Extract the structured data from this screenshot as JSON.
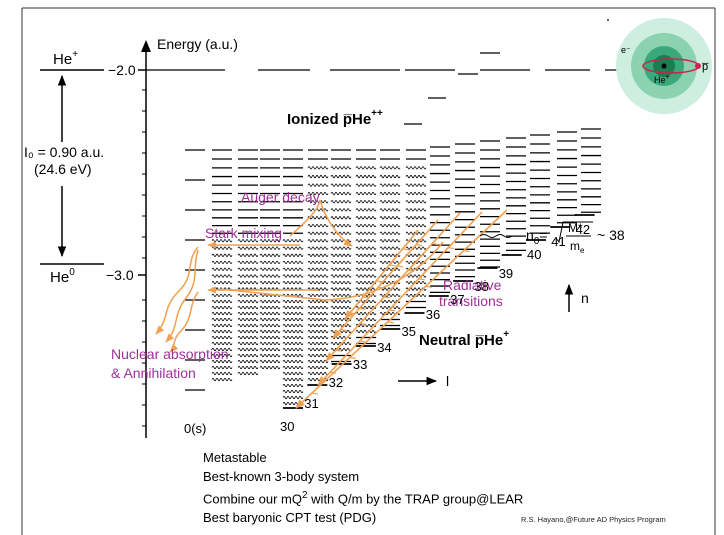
{
  "axis": {
    "title": "Energy (a.u.)",
    "tick_top": "−2.0",
    "tick_bottom": "−3.0"
  },
  "levels": {
    "he_plus": "He",
    "he_plus_sup": "+",
    "he_zero": "He",
    "he_zero_sup": "0",
    "ionization_line1": "I₀ = 0.90 a.u.",
    "ionization_line2": "(24.6 eV)"
  },
  "regions": {
    "ionized": "Ionized p̅He",
    "ionized_sup": "++",
    "neutral": "Neutral p̅He",
    "neutral_sup": "+"
  },
  "processes": {
    "auger": "Auger decay",
    "stark": "Stark mixing",
    "radiative1": "Radiative",
    "radiative2": "transitions",
    "nuclear1": "Nuclear absorption",
    "nuclear2": "& Annihilation"
  },
  "quantum": {
    "n_labels": [
      "30",
      "31",
      "32",
      "33",
      "34",
      "35",
      "36",
      "37",
      "38",
      "39",
      "40",
      "41",
      "42"
    ],
    "l_zero": "0(s)",
    "n_axis": "n",
    "l_axis": "l",
    "n0_prefix": "n",
    "n0_sub": "0",
    "n0_frac_top": "M*",
    "n0_frac_bottom": "m",
    "n0_frac_bottom_sub": "e",
    "n0_value": "~ 38"
  },
  "atom": {
    "electron": "e⁻",
    "nucleus": "He",
    "nucleus_sup": "+",
    "antiproton": "p̅"
  },
  "notes": [
    "Metastable",
    "Best-known 3-body system",
    "Combine our mQ",
    "with Q/m by the TRAP group@LEAR",
    "Best baryonic CPT test (PDG)"
  ],
  "notes_sup": "2",
  "credit": "R.S. Hayano,@Future AD Physics Program",
  "colors": {
    "transition": "#f0a050",
    "process_text": "#a0309a",
    "atom_outer": "#a8dcc8",
    "atom_mid": "#5ec09a",
    "atom_inner": "#2a9a6a",
    "orbit": "#d02050"
  }
}
